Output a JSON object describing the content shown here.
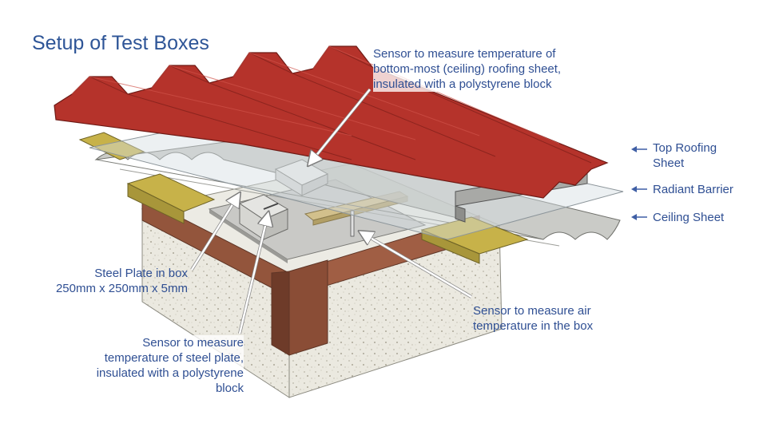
{
  "title": "Setup of Test Boxes",
  "labels": {
    "ceiling_sensor": {
      "line1": "Sensor to measure temperature of",
      "line2": "bottom-most (ceiling) roofing sheet,",
      "line3": "insulated with a polystyrene block"
    },
    "top_roofing": {
      "line1": "Top Roofing",
      "line2": "Sheet"
    },
    "radiant_barrier": "Radiant Barrier",
    "ceiling_sheet": "Ceiling Sheet",
    "steel_plate": {
      "line1": "Steel Plate in box",
      "line2": "250mm x 250mm x 5mm"
    },
    "air_sensor": {
      "line1": "Sensor to measure air",
      "line2": "temperature in the box"
    },
    "plate_sensor": {
      "line1": "Sensor to measure",
      "line2": "temperature of steel plate,",
      "line3": "insulated with a polystyrene",
      "line4": "block"
    }
  },
  "colors": {
    "label_text": "#2f4f93",
    "title_text": "#2e5597",
    "roof_red": "#b8322a",
    "concrete": "#e9e7dd",
    "timber": "#8f4f38",
    "yellow_beam": "#c9b44a",
    "arrow": "#3f5fa5"
  }
}
